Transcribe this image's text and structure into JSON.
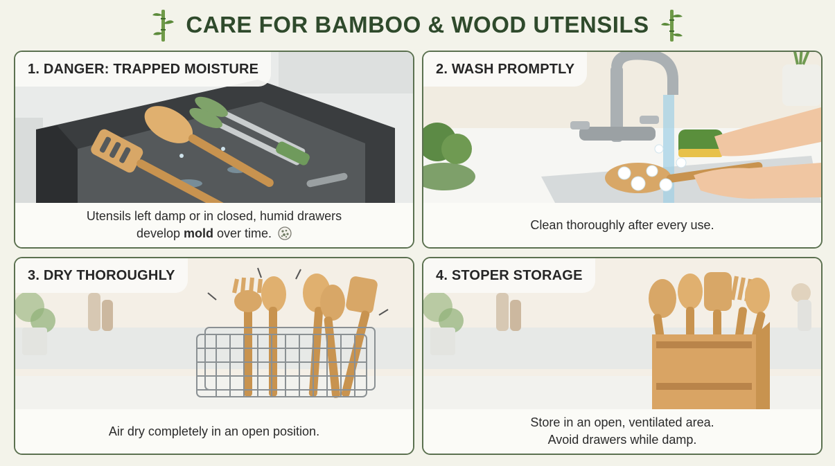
{
  "header": {
    "title": "CARE FOR BAMBOO & WOOD UTENSILS",
    "left_icon": "bamboo-icon",
    "right_icon": "bamboo-icon"
  },
  "panels": [
    {
      "title": "1. DANGER: TRAPPED MOISTURE",
      "caption_line1": "Utensils left damp or in closed, humid drawers",
      "caption_line2_pre": "develop ",
      "caption_line2_bold": "mold",
      "caption_line2_post": " over time.",
      "icon": "mold-icon"
    },
    {
      "title": "2. WASH PROMPTLY",
      "caption_line1": "Clean thoroughly after every use."
    },
    {
      "title": "3. DRY THOROUGHLY",
      "caption_line1": "Air dry completely in an open position."
    },
    {
      "title": "4. STOPER STORAGE",
      "caption_line1": "Store in an open, ventilated area.",
      "caption_line2": "Avoid drawers while damp."
    }
  ],
  "colors": {
    "title_green": "#2f4a2c",
    "border_green": "#5b7150",
    "bamboo": "#d8a767",
    "background": "#f3f3ea"
  }
}
